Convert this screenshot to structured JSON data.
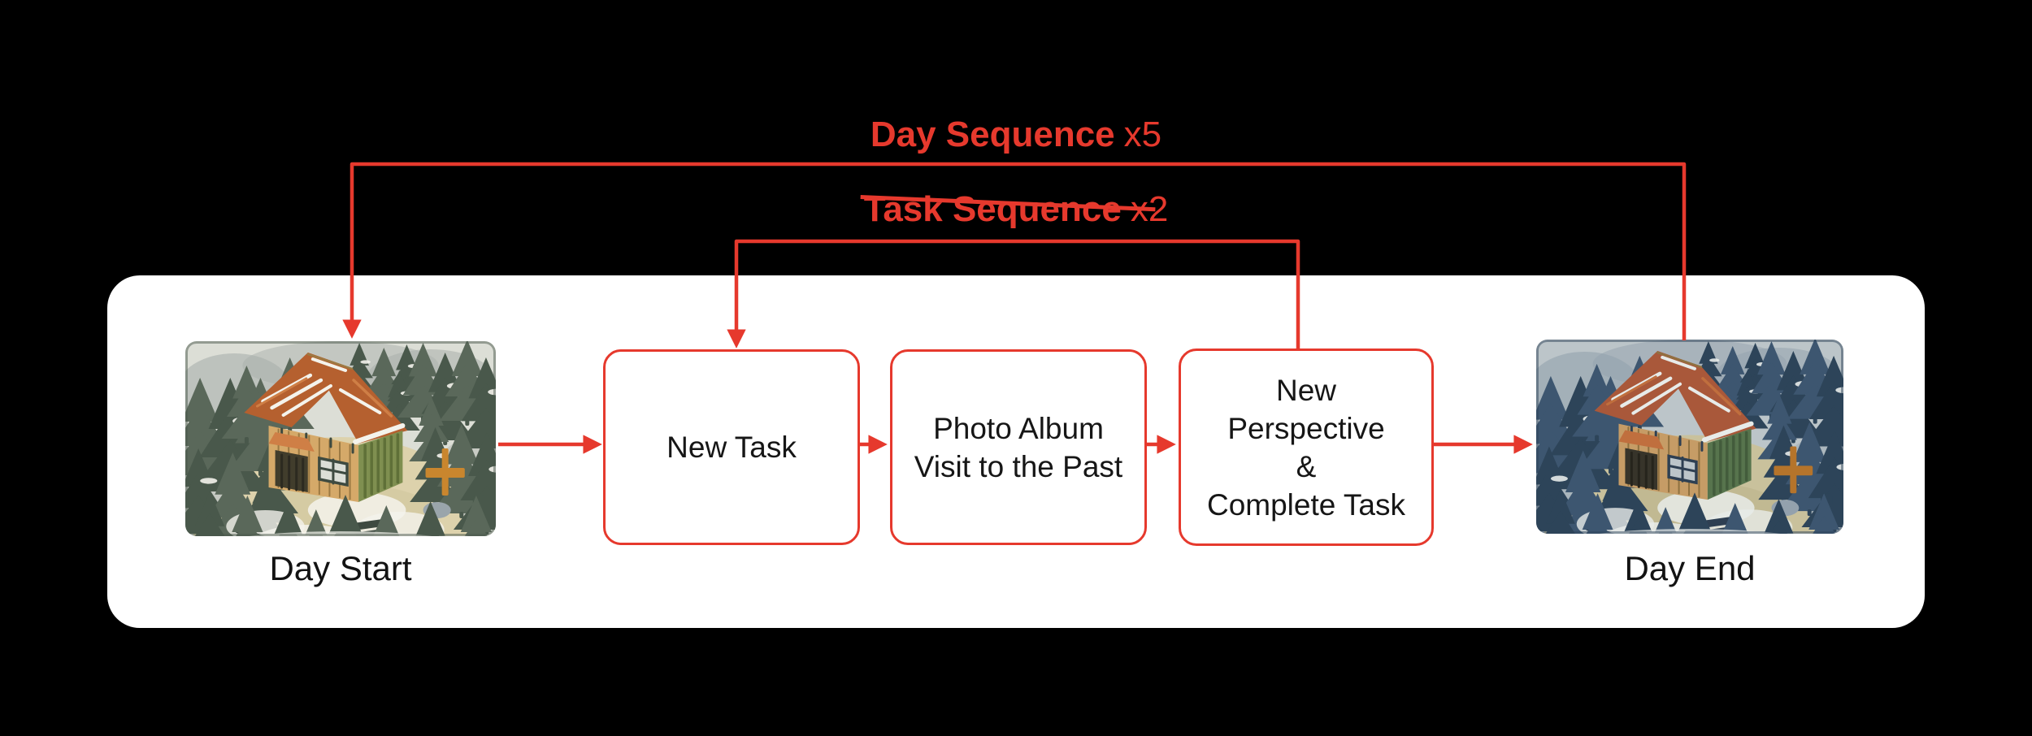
{
  "colors": {
    "accent_red": "#e6392d",
    "text_dark": "#161616",
    "container_bg": "#ffffff",
    "canvas_bg": "#000000"
  },
  "loop_labels": {
    "day": {
      "bold": "Day Sequence",
      "suffix": "x5",
      "struck": false
    },
    "task": {
      "bold": "Task Sequence",
      "suffix": "x2",
      "struck": true
    }
  },
  "nodes": {
    "day_start": {
      "caption": "Day Start"
    },
    "new_task": {
      "lines": [
        "New Task"
      ]
    },
    "photo_album": {
      "lines": [
        "Photo Album",
        "Visit to the Past"
      ]
    },
    "new_perspective": {
      "lines": [
        "New",
        "Perspective",
        "&",
        "Complete Task"
      ]
    },
    "day_end": {
      "caption": "Day End"
    }
  },
  "scene_palettes": {
    "day": {
      "sky": "#dcded6",
      "shade": "#a9afab",
      "tree": "#5a685a",
      "treeDark": "#49584b",
      "snow": "#f4f3ec",
      "ground": "#ddd2ac",
      "ground2": "#d2c7a0",
      "roof": "#b5602f",
      "roofLight": "#cf7f46",
      "wall": "#d5a969",
      "wallLine": "#9c7a43",
      "door": "#413d2c",
      "doorLine": "#2c2a20",
      "green": "#7f8f50",
      "greenDark": "#5f7038",
      "sign": "#c9862e",
      "rock": "#9aa5ab",
      "dark": "#3e4a40"
    },
    "dusk": {
      "sky": "#bcc5c9",
      "shade": "#93a2ad",
      "tree": "#3d5670",
      "treeDark": "#2d4459",
      "snow": "#e7ebe9",
      "ground": "#c9c19c",
      "ground2": "#beb58f",
      "roof": "#a9583a",
      "roofLight": "#c06f3e",
      "wall": "#c69c66",
      "wallLine": "#8f7140",
      "door": "#37342a",
      "doorLine": "#26241c",
      "green": "#57744d",
      "greenDark": "#435c3c",
      "sign": "#b5742b",
      "rock": "#93a1ad",
      "dark": "#2e3f52"
    }
  }
}
